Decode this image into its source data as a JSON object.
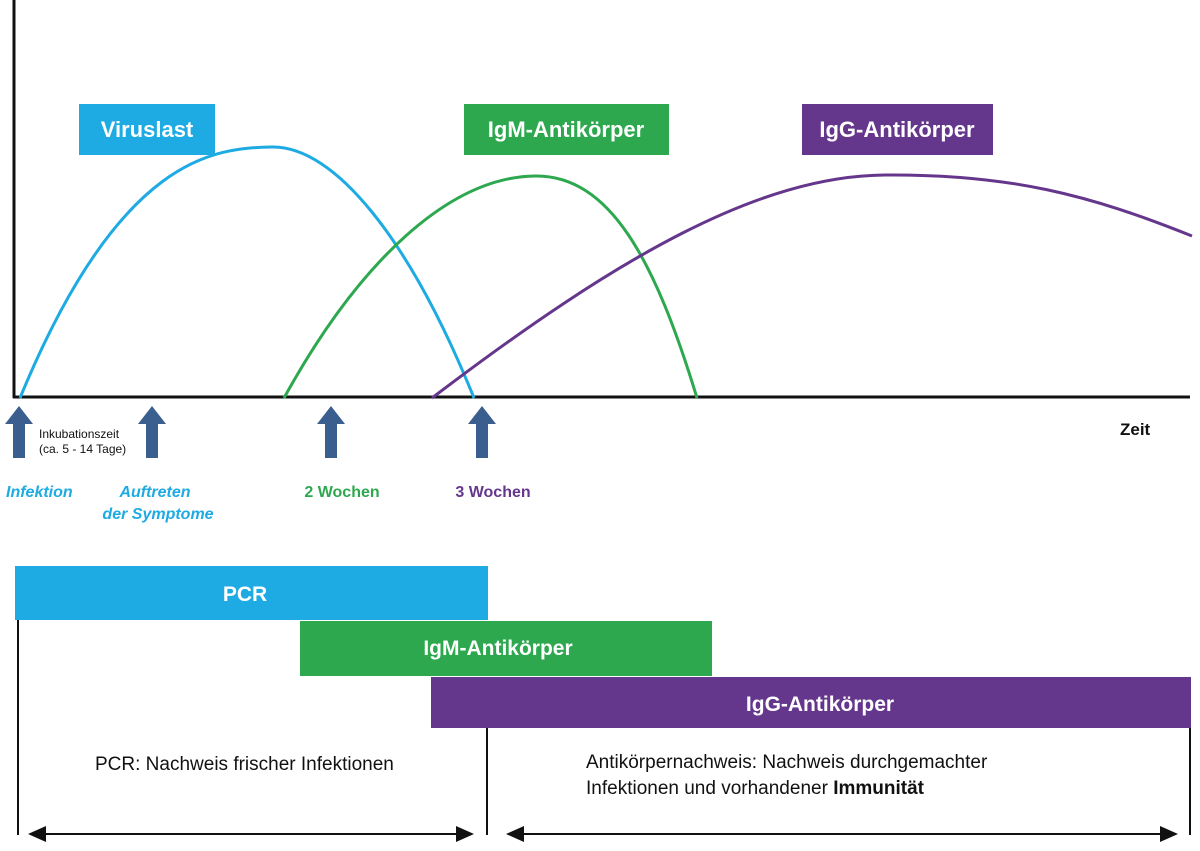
{
  "colors": {
    "virus": "#1eaae2",
    "igm": "#2ea84f",
    "igg": "#65378c",
    "arrow": "#3a5f8f",
    "axis": "#111111"
  },
  "curve_labels": {
    "virus": "Viruslast",
    "igm": "IgM-Antikörper",
    "igg": "IgG-Antikörper"
  },
  "axis": {
    "x_label": "Zeit"
  },
  "markers": {
    "incubation_line1": "Inkubationszeit",
    "incubation_line2": "(ca. 5 - 14 Tage)",
    "infection": "Infektion",
    "symptoms_line1": "Auftreten",
    "symptoms_line2": "der Symptome",
    "two_weeks": "2 Wochen",
    "three_weeks": "3 Wochen"
  },
  "bars": {
    "pcr": "PCR",
    "igm": "IgM-Antikörper",
    "igg": "IgG-Antikörper"
  },
  "notes": {
    "pcr": "PCR: Nachweis frischer Infektionen",
    "ab_line1": "Antikörpernachweis: Nachweis durchgemachter",
    "ab_line2_prefix": "Infektionen und vorhandener ",
    "ab_line2_bold": "Immunität"
  }
}
